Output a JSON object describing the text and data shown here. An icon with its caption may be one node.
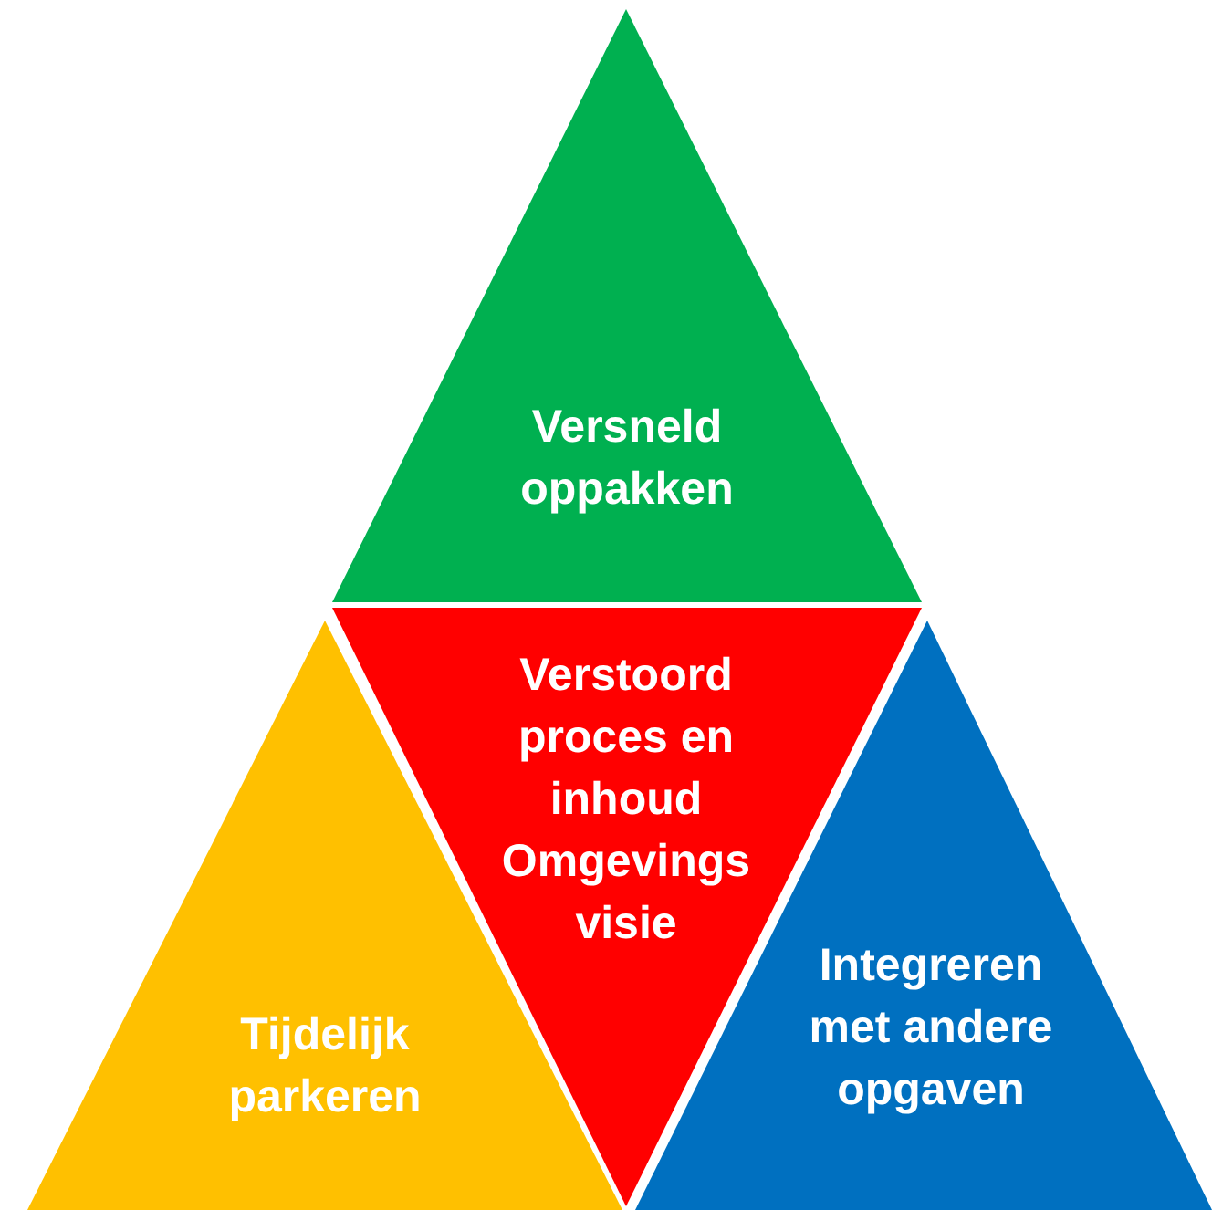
{
  "diagram": {
    "nodes": [
      {
        "text": [
          "Versneld oppakken"
        ]
      },
      {
        "text": [
          "Verstoord proces en inhoud Omgevings visie"
        ]
      },
      {
        "text": [
          "Tijdelijk parkeren"
        ]
      },
      {
        "text": [
          "Integreren met andere opgaven"
        ]
      }
    ]
  }
}
